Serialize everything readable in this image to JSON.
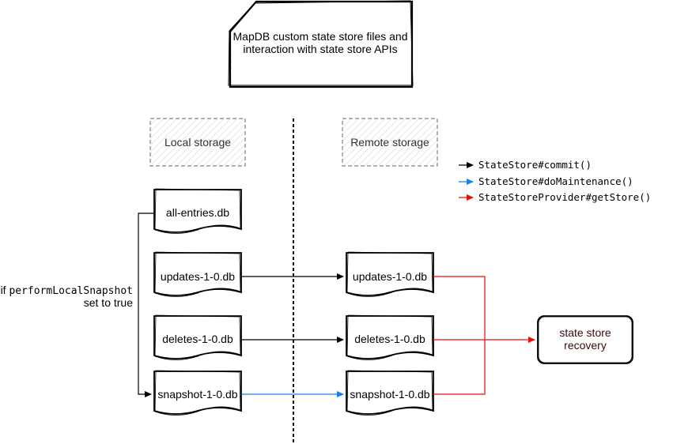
{
  "title": {
    "line1": "MapDB custom state store files and",
    "line2": "interaction with state store APIs"
  },
  "headers": {
    "local": "Local storage",
    "remote": "Remote storage"
  },
  "legend": [
    {
      "label": "StateStore#commit()",
      "color": "#000000"
    },
    {
      "label": "StateStore#doMaintenance()",
      "color": "#1a7fe0"
    },
    {
      "label": "StateStoreProvider#getStore()",
      "color": "#e01010"
    }
  ],
  "local_files": {
    "all_entries": "all-entries.db",
    "updates": "updates-1-0.db",
    "deletes": "deletes-1-0.db",
    "snapshot": "snapshot-1-0.db"
  },
  "remote_files": {
    "updates": "updates-1-0.db",
    "deletes": "deletes-1-0.db",
    "snapshot": "snapshot-1-0.db"
  },
  "condition": {
    "prefix": "if ",
    "code": "performLocalSnapshot",
    "line2": "set to true"
  },
  "recovery": {
    "line1": "state store",
    "line2": "recovery"
  },
  "colors": {
    "commit": "#000000",
    "maintenance": "#1a7fe0",
    "getstore": "#e01010",
    "recovery_text": "#3a0a0a",
    "header_border": "#999999"
  }
}
